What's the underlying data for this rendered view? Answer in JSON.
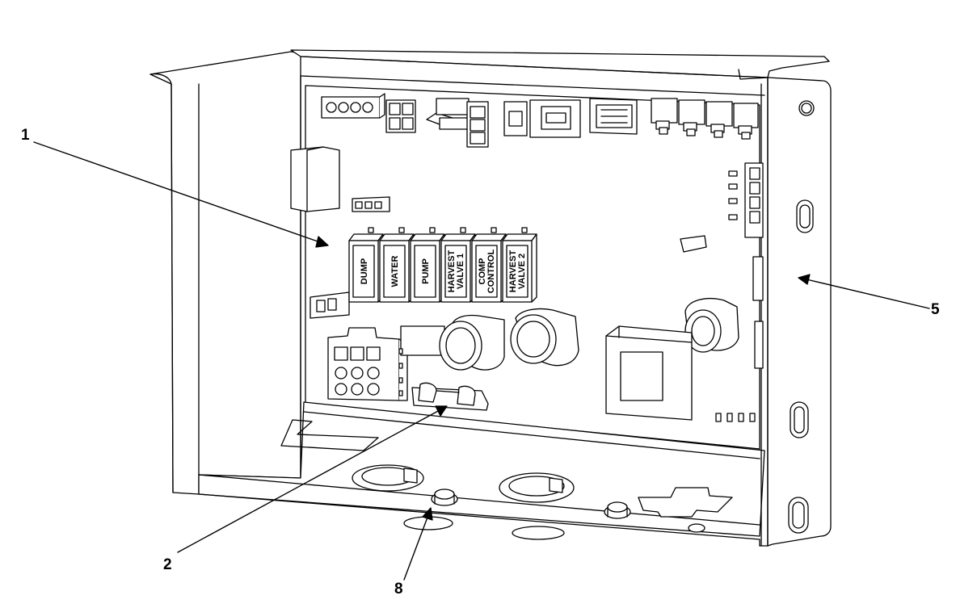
{
  "callouts": [
    {
      "id": "1",
      "label": "1"
    },
    {
      "id": "2",
      "label": "2"
    },
    {
      "id": "5",
      "label": "5"
    },
    {
      "id": "8",
      "label": "8"
    }
  ],
  "relays": [
    {
      "lines": [
        "DUMP"
      ]
    },
    {
      "lines": [
        "WATER"
      ]
    },
    {
      "lines": [
        "PUMP"
      ]
    },
    {
      "lines": [
        "HARVEST",
        "VALVE 1"
      ]
    },
    {
      "lines": [
        "COMP",
        "CONTROL"
      ]
    },
    {
      "lines": [
        "HARVEST",
        "VALVE 2"
      ]
    }
  ],
  "colors": {
    "line": "#000000",
    "fill": "#ffffff",
    "shade": "#d9d9d9",
    "dark": "#9a9a9a"
  }
}
